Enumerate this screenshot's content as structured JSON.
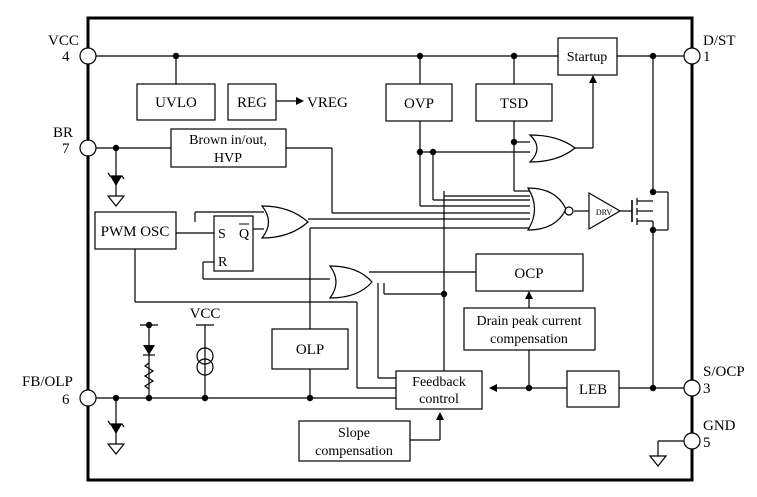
{
  "pins": {
    "vcc": {
      "name": "VCC",
      "num": "4"
    },
    "br": {
      "name": "BR",
      "num": "7"
    },
    "fb": {
      "name": "FB/OLP",
      "num": "6"
    },
    "dst": {
      "name": "D/ST",
      "num": "1"
    },
    "socp": {
      "name": "S/OCP",
      "num": "3"
    },
    "gnd": {
      "name": "GND",
      "num": "5"
    }
  },
  "blocks": {
    "uvlo": "UVLO",
    "reg": "REG",
    "vreg": "VREG",
    "ovp": "OVP",
    "tsd": "TSD",
    "startup": "Startup",
    "brown_line1": "Brown in/out,",
    "brown_line2": "HVP",
    "pwm_osc": "PWM OSC",
    "ff_s": "S",
    "ff_q": "Q",
    "ff_r": "R",
    "drv": "DRV",
    "ocp": "OCP",
    "drain_line1": "Drain peak current",
    "drain_line2": "compensation",
    "olp": "OLP",
    "fb_line1": "Feedback",
    "fb_line2": "control",
    "leb": "LEB",
    "slope_line1": "Slope",
    "slope_line2": "compensation",
    "vcc_label": "VCC"
  }
}
